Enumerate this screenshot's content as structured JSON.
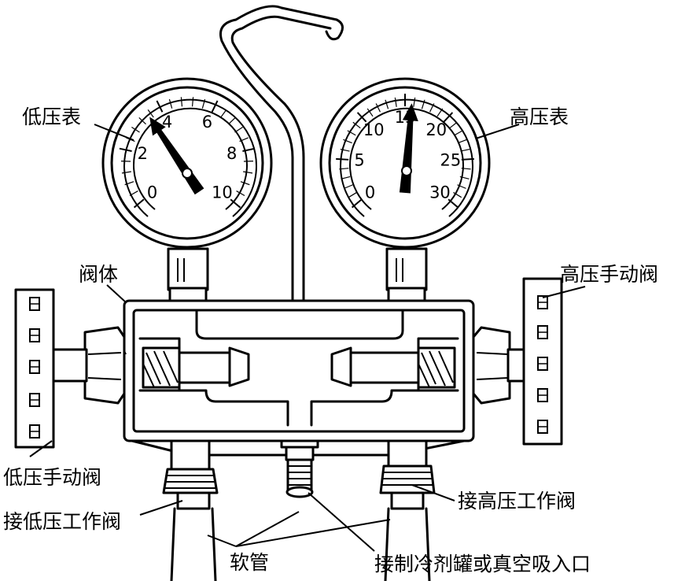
{
  "labels": {
    "low_gauge": "低压表",
    "high_gauge": "高压表",
    "valve_body": "阀体",
    "high_manual_valve": "高压手动阀",
    "low_manual_valve": "低压手动阀",
    "to_low_service_valve": "接低压工作阀",
    "to_high_service_valve": "接高压工作阀",
    "hose": "软管",
    "to_refrigerant_or_vacuum": "接制冷剂罐或真空吸入口"
  },
  "low_gauge": {
    "scale": [
      "0",
      "2",
      "4",
      "6",
      "8",
      "10"
    ],
    "min": 0,
    "max": 10,
    "reading": 3.7
  },
  "high_gauge": {
    "scale": [
      "0",
      "5",
      "10",
      "15",
      "20",
      "25",
      "30"
    ],
    "min": 0,
    "max": 30,
    "reading": 15.5
  }
}
